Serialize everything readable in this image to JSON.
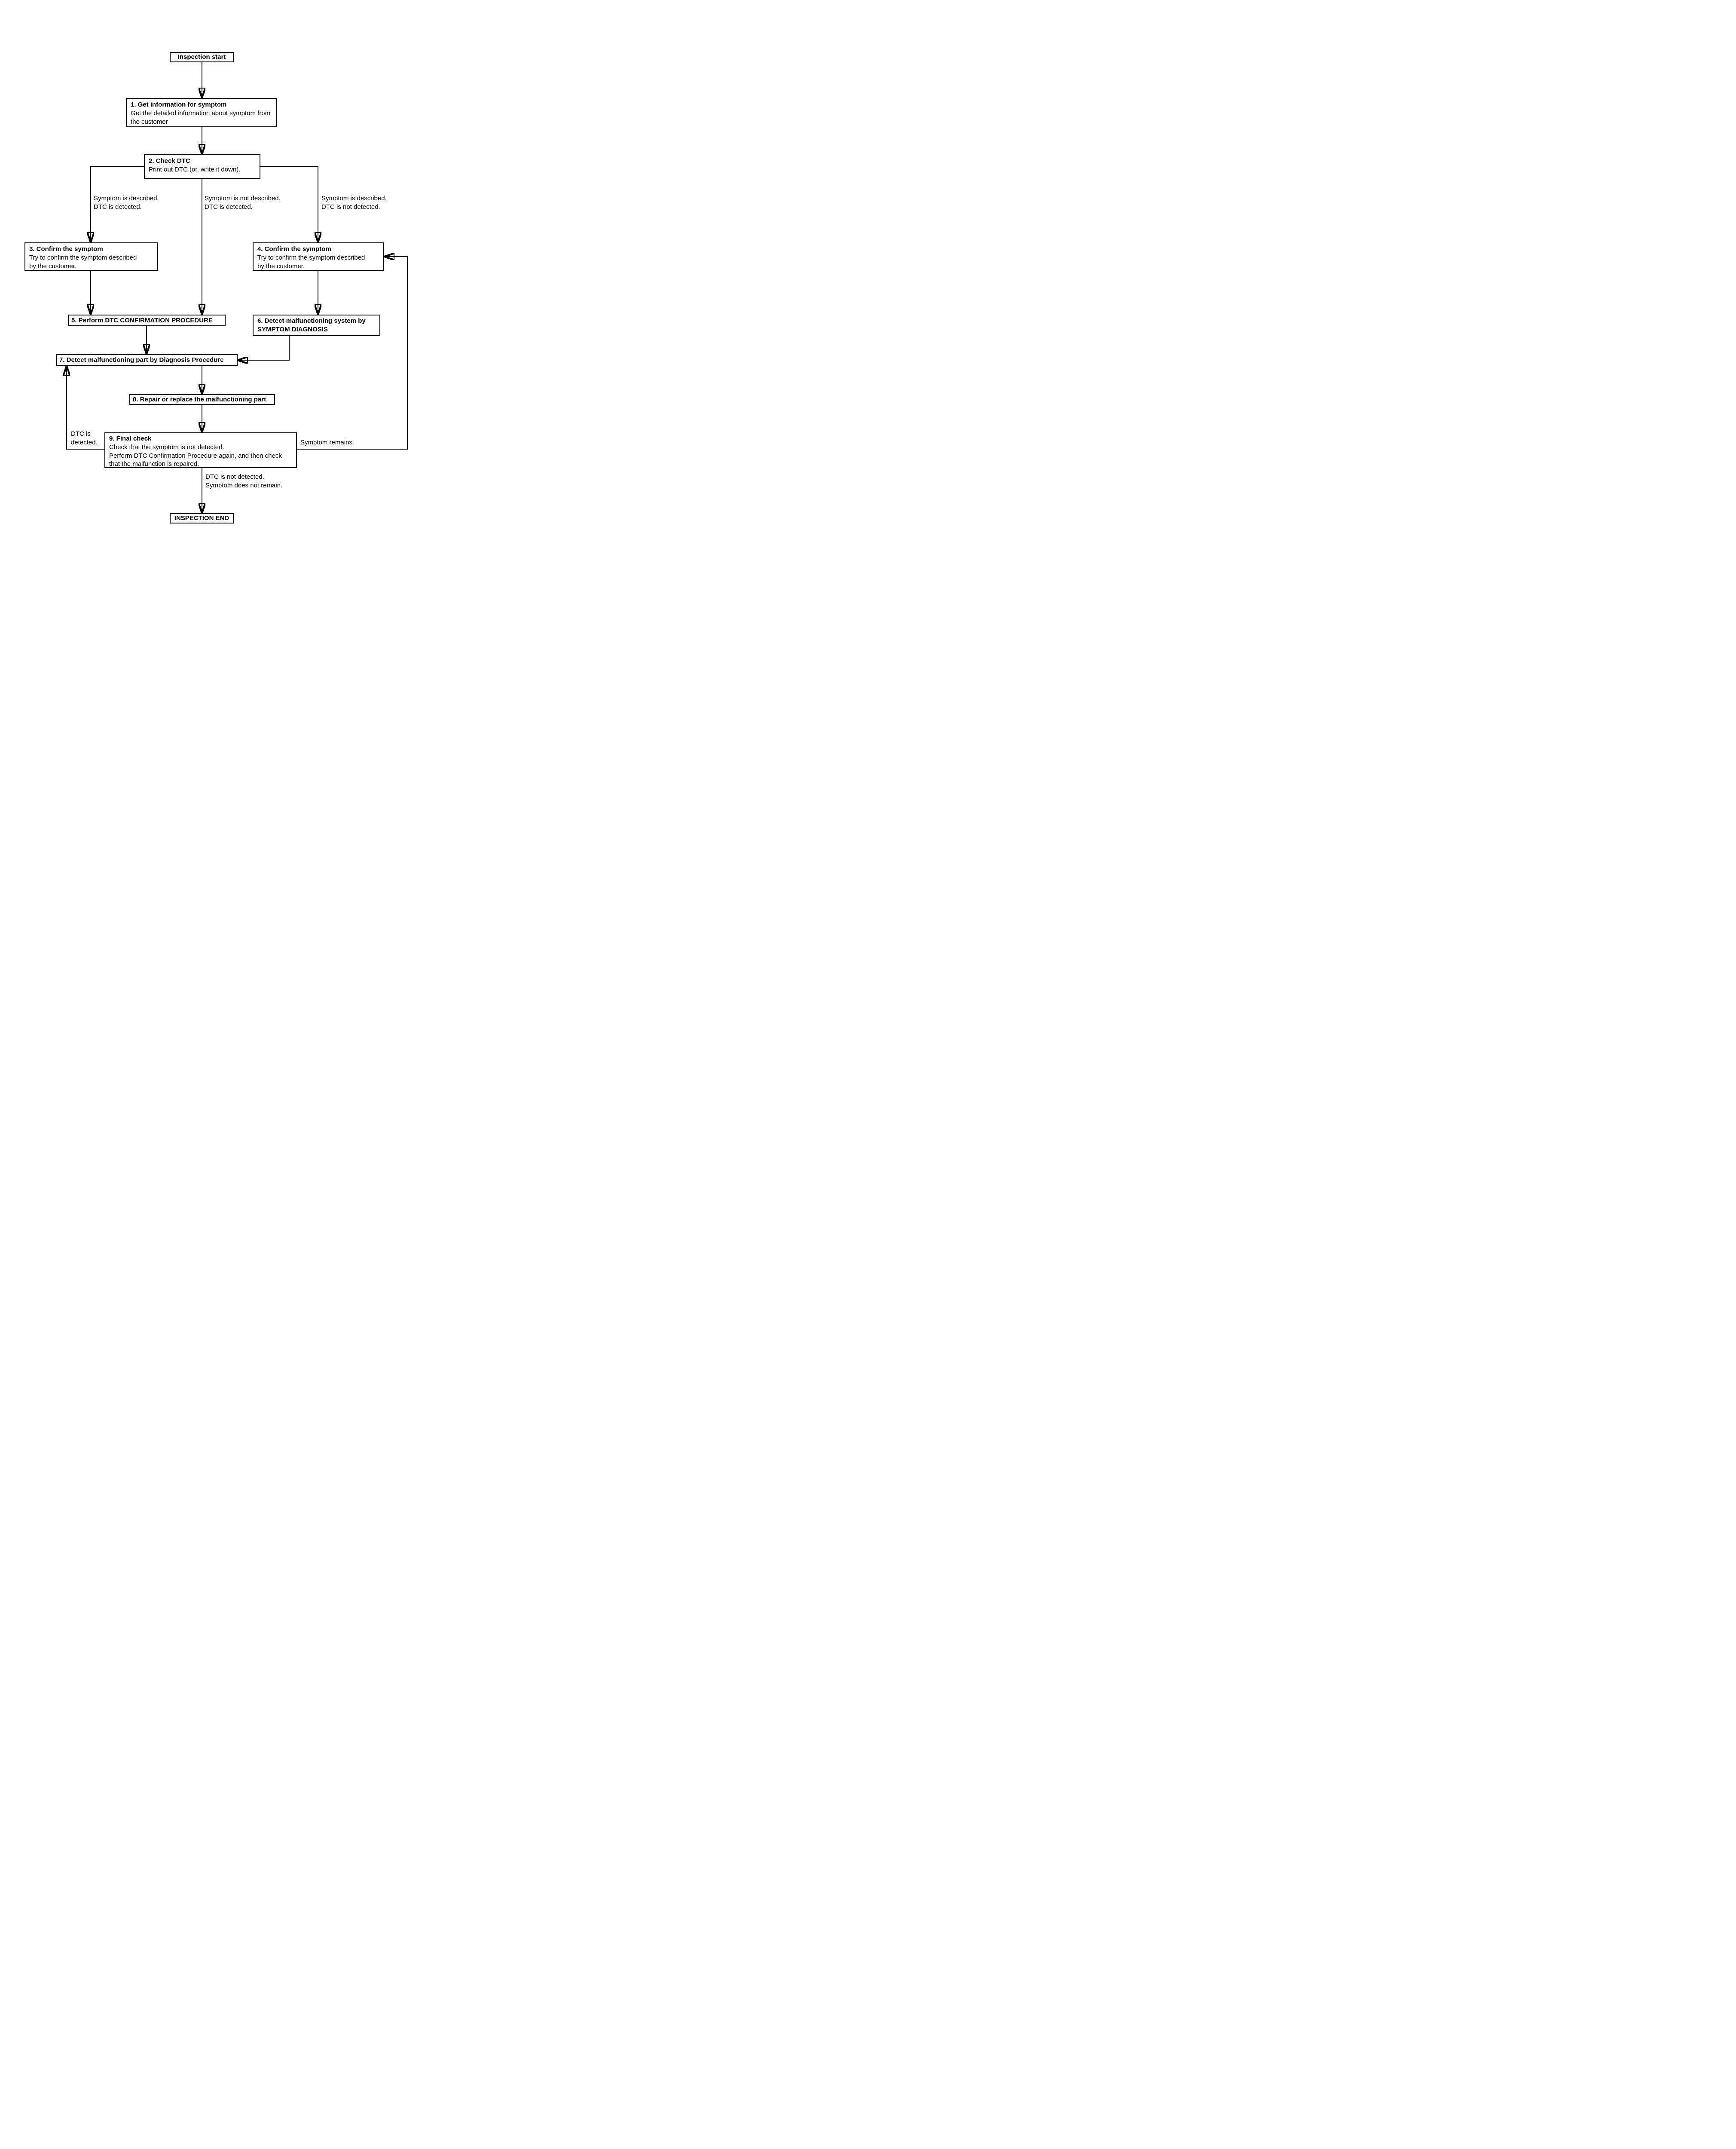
{
  "diagram": {
    "background_color": "#ffffff",
    "line_color": "#000000",
    "text_color": "#000000",
    "nodes": {
      "start": {
        "label": "Inspection start"
      },
      "n1": {
        "title": "1. Get information for symptom",
        "body": "Get the detailed information about symptom from\nthe customer"
      },
      "n2": {
        "title": "2. Check DTC",
        "body": "Print out DTC (or, write it down)."
      },
      "n3": {
        "title": "3. Confirm the symptom",
        "body": "Try to confirm the symptom described\nby the customer."
      },
      "n4": {
        "title": "4. Confirm the symptom",
        "body": "Try to confirm the symptom described\nby the customer."
      },
      "n5": {
        "title": "5. Perform DTC CONFIRMATION PROCEDURE"
      },
      "n6": {
        "title": "6. Detect malfunctioning system by\nSYMPTOM DIAGNOSIS"
      },
      "n7": {
        "title": "7. Detect malfunctioning part by Diagnosis Procedure"
      },
      "n8": {
        "title": "8. Repair or replace the malfunctioning part"
      },
      "n9": {
        "title": "9. Final check",
        "body": "Check that the symptom is not detected.\nPerform DTC Confirmation Procedure again, and then check\nthat the malfunction is repaired."
      },
      "end": {
        "label": "INSPECTION END"
      }
    },
    "edge_labels": {
      "branch_left": "Symptom is described.\nDTC is detected.",
      "branch_mid": "Symptom is not described.\nDTC is detected.",
      "branch_right": "Symptom is described.\nDTC is not detected.",
      "dtc_detected": "DTC is\ndetected.",
      "symptom_remains": "Symptom remains.",
      "dtc_not_detected": "DTC is not detected.\nSymptom does not remain."
    }
  }
}
